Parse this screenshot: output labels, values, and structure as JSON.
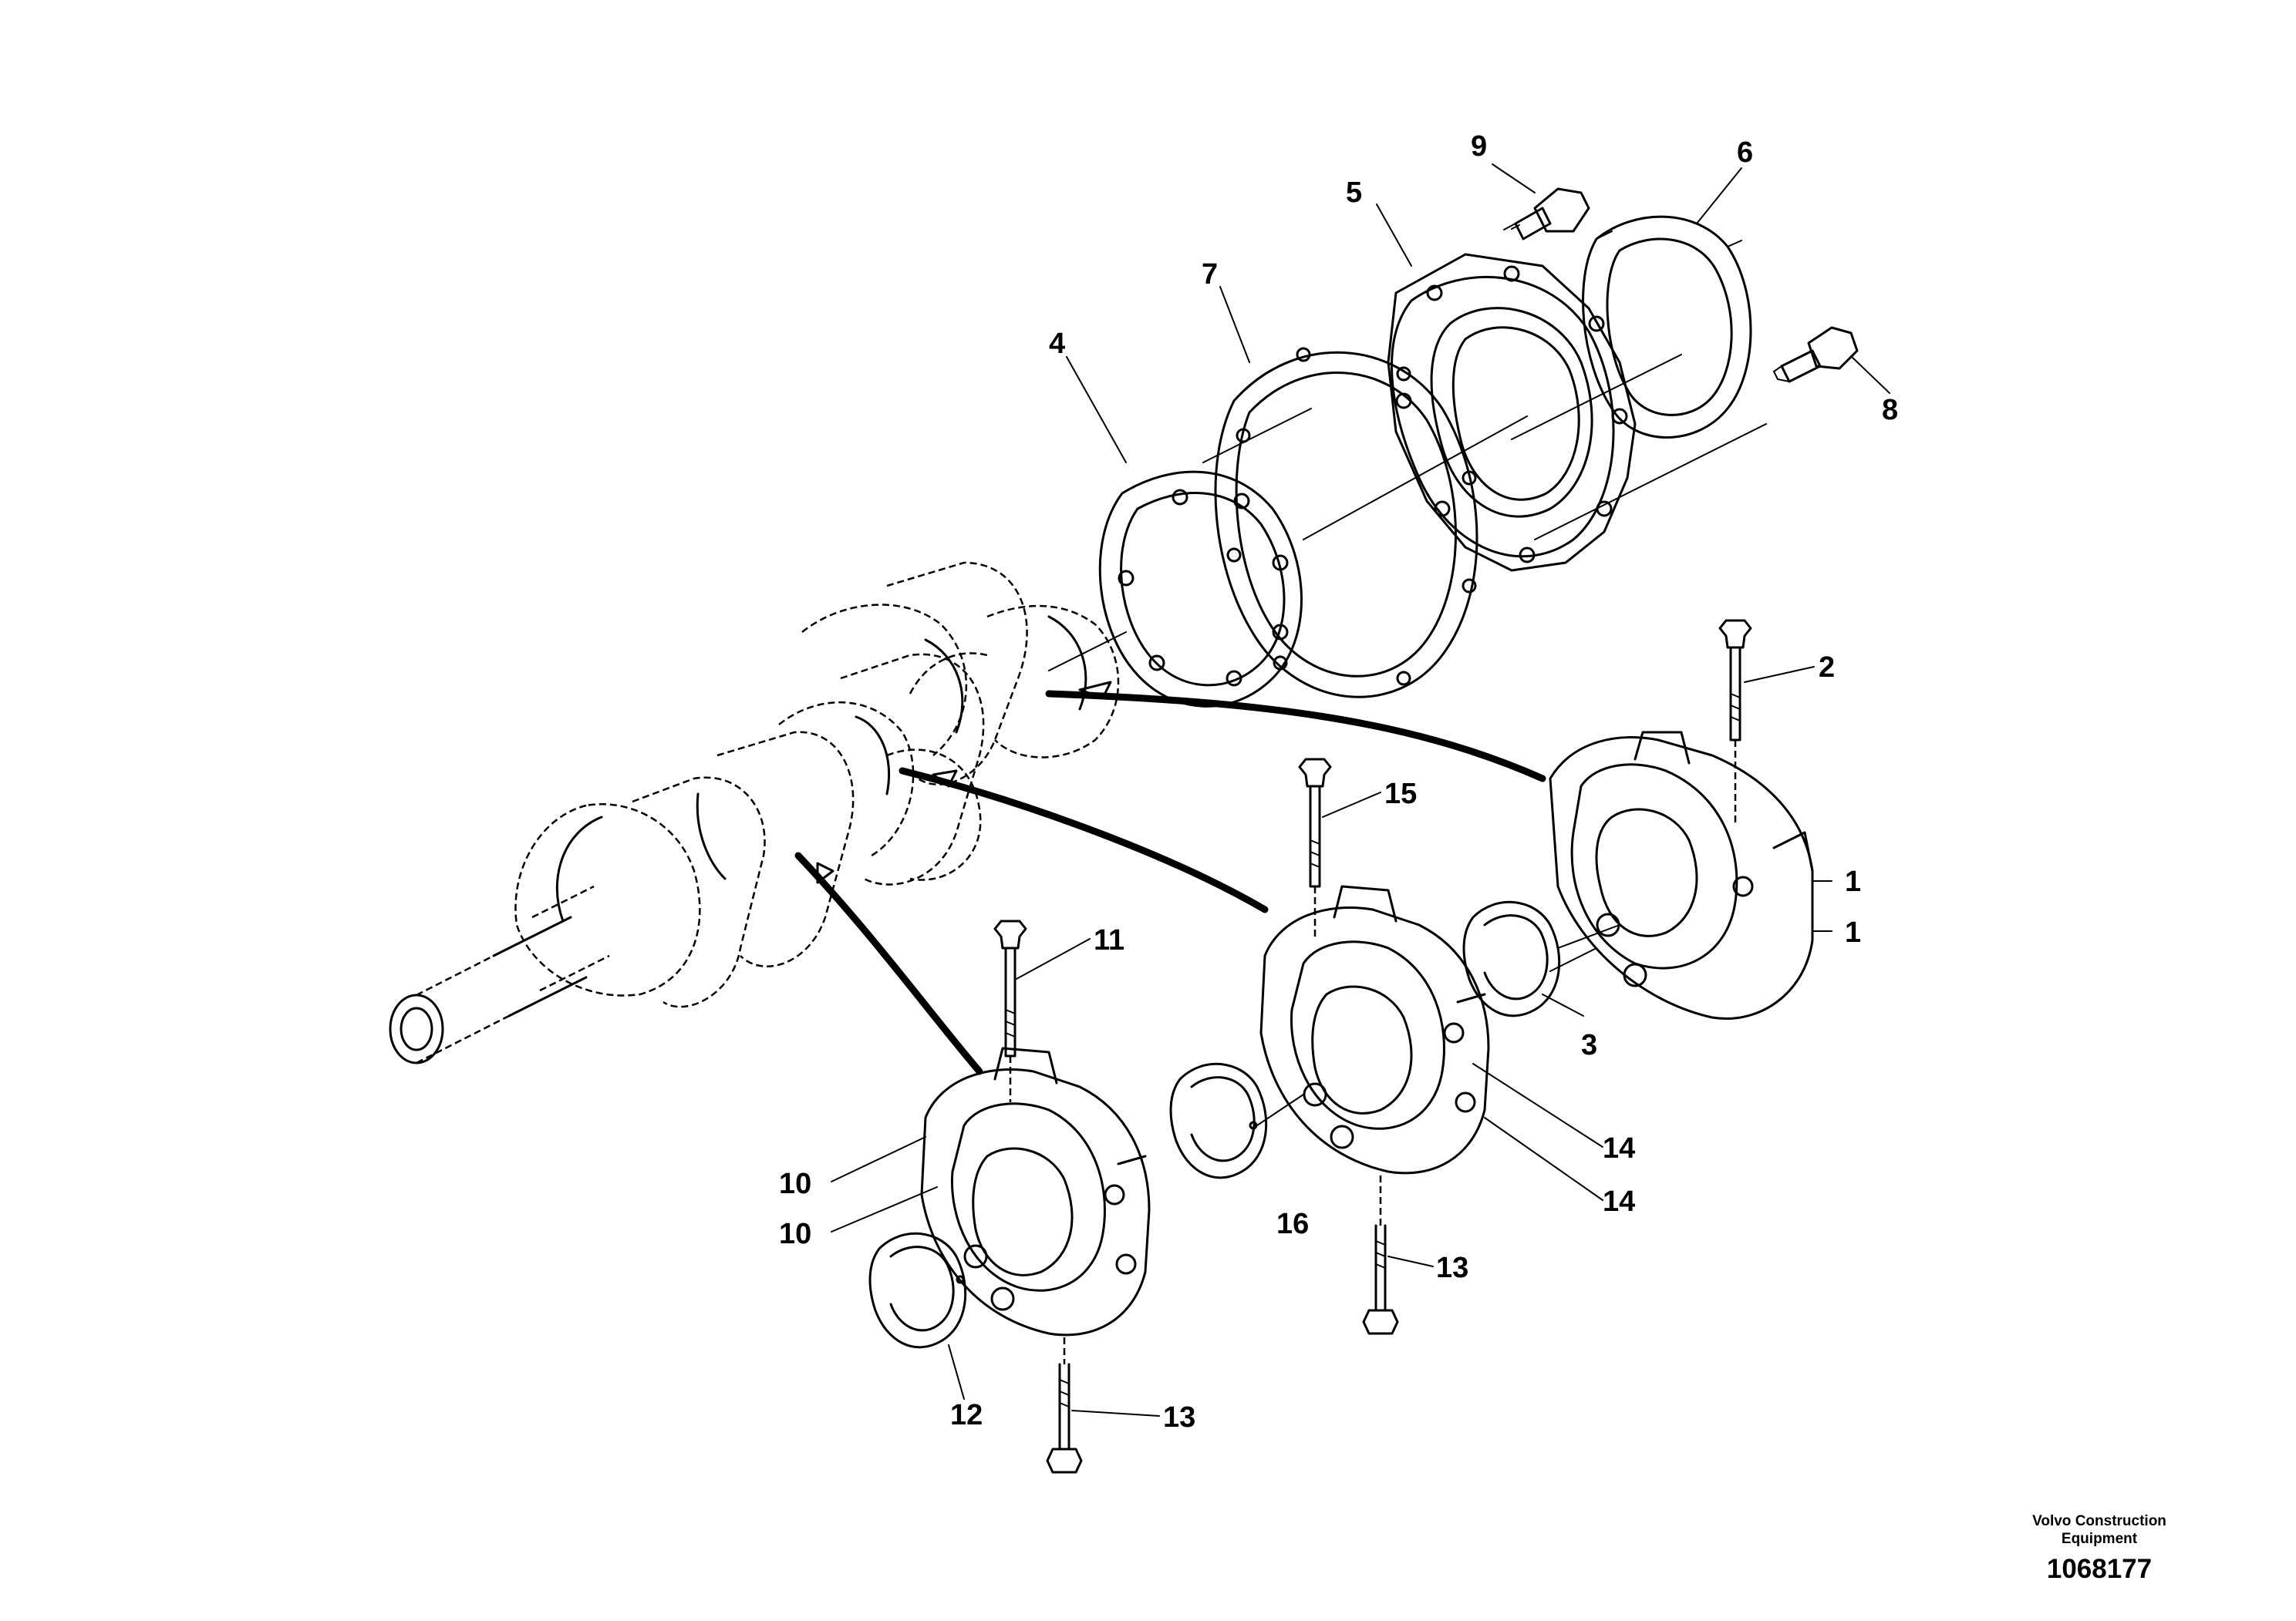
{
  "callouts": {
    "c1a": "1",
    "c1b": "1",
    "c2": "2",
    "c3": "3",
    "c4": "4",
    "c5": "5",
    "c6": "6",
    "c7": "7",
    "c8": "8",
    "c9": "9",
    "c10a": "10",
    "c10b": "10",
    "c11": "11",
    "c12": "12",
    "c13a": "13",
    "c13b": "13",
    "c14a": "14",
    "c14b": "14",
    "c15": "15",
    "c16": "16"
  },
  "credit": {
    "line1": "Volvo Construction",
    "line2": "Equipment",
    "drawing_number": "1068177"
  }
}
